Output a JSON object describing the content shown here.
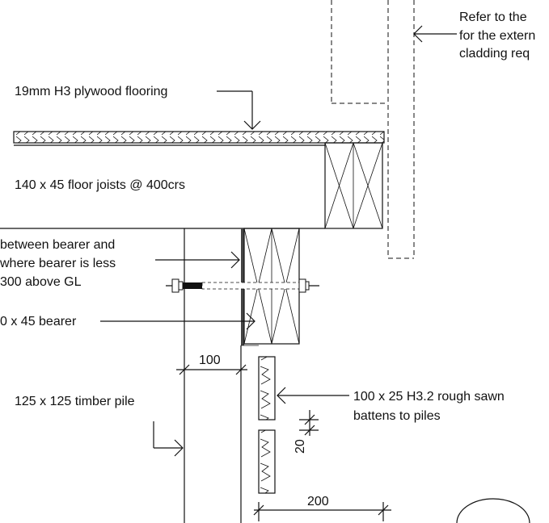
{
  "labels": {
    "refer_line1": "Refer to the",
    "refer_line2": "for the extern",
    "refer_line3": "cladding req",
    "plywood": "19mm H3 plywood flooring",
    "joists": "140 x 45 floor joists @ 400crs",
    "dpc_line1": "between bearer and",
    "dpc_line2": "where bearer is less",
    "dpc_line3": "300 above GL",
    "bearer": "0 x 45 bearer",
    "pile": "125  x 125 timber pile",
    "battens_line1": "100 x 25 H3.2 rough sawn",
    "battens_line2": "battens to piles"
  },
  "dimensions": {
    "offset": "100",
    "gap": "20",
    "width": "200"
  }
}
